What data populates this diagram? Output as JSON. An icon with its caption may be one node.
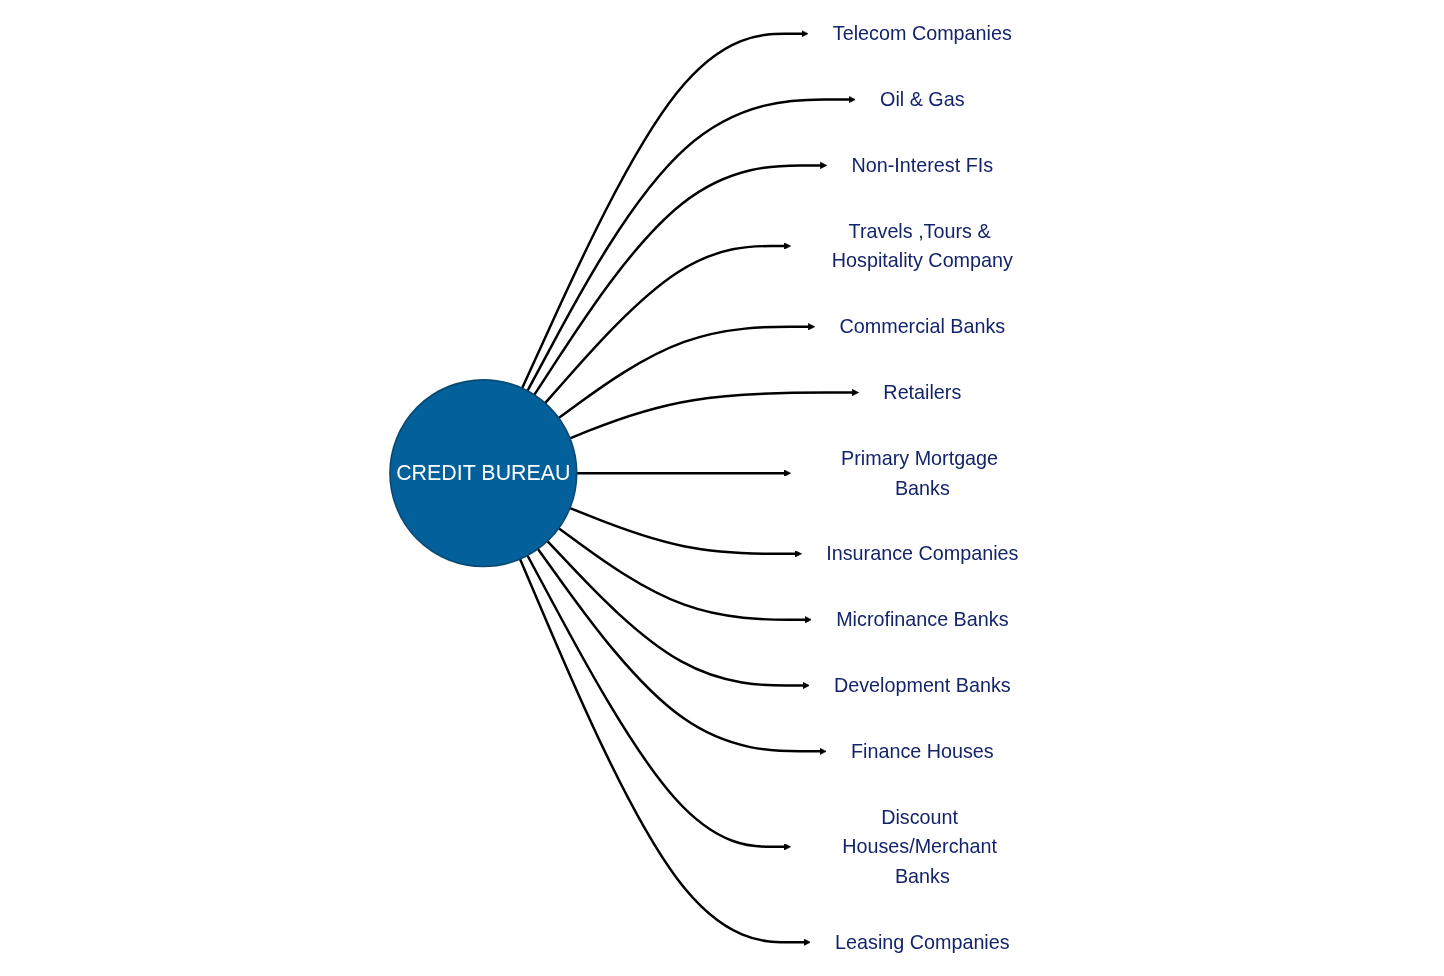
{
  "diagram": {
    "nodes": [
      {
        "text": [
          "CREDIT BUREAU"
        ]
      },
      {
        "text": [
          "Telecom Companies"
        ]
      },
      {
        "text": [
          "Oil & Gas"
        ]
      },
      {
        "text": [
          "Non-Interest FIs"
        ]
      },
      {
        "text": [
          "Travels ,Tours & Hospitality Company"
        ]
      },
      {
        "text": [
          "Commercial Banks"
        ]
      },
      {
        "text": [
          "Retailers"
        ]
      },
      {
        "text": [
          "Primary Mortgage Banks"
        ]
      },
      {
        "text": [
          "Insurance Companies"
        ]
      },
      {
        "text": [
          "Microfinance Banks"
        ]
      },
      {
        "text": [
          "Development Banks"
        ]
      },
      {
        "text": [
          "Finance Houses"
        ]
      },
      {
        "text": [
          "Discount Houses/Merchant Banks"
        ]
      },
      {
        "text": [
          "Leasing Companies"
        ]
      }
    ],
    "edges": [
      {
        "from": 0,
        "to": 1,
        "arrow": "to"
      },
      {
        "from": 0,
        "to": 2,
        "arrow": "to"
      },
      {
        "from": 0,
        "to": 3,
        "arrow": "to"
      },
      {
        "from": 0,
        "to": 4,
        "arrow": "to"
      },
      {
        "from": 0,
        "to": 5,
        "arrow": "to"
      },
      {
        "from": 0,
        "to": 6,
        "arrow": "to"
      },
      {
        "from": 0,
        "to": 7,
        "arrow": "to"
      },
      {
        "from": 0,
        "to": 8,
        "arrow": "to"
      },
      {
        "from": 0,
        "to": 9,
        "arrow": "to"
      },
      {
        "from": 0,
        "to": 10,
        "arrow": "to"
      },
      {
        "from": 0,
        "to": 11,
        "arrow": "to"
      },
      {
        "from": 0,
        "to": 12,
        "arrow": "to"
      },
      {
        "from": 0,
        "to": 13,
        "arrow": "to"
      }
    ]
  }
}
